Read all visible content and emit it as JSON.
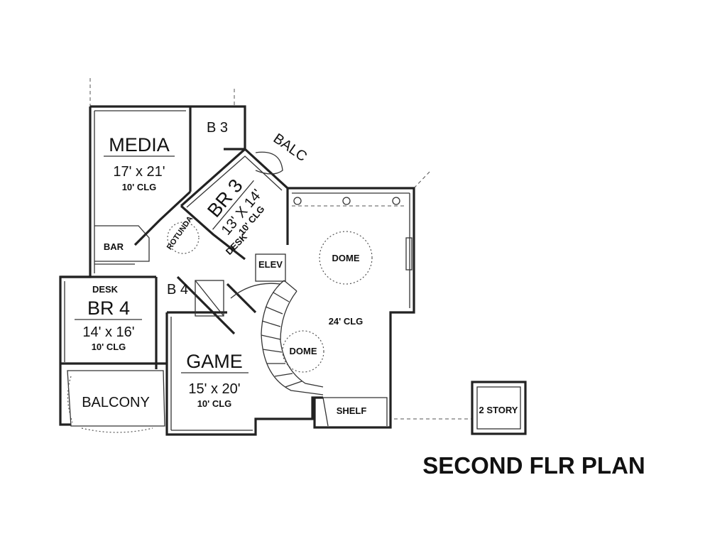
{
  "plan": {
    "title": "SECOND FLR PLAN",
    "rooms": {
      "media": {
        "name": "MEDIA",
        "size": "17' x 21'",
        "ceiling": "10' CLG"
      },
      "br3": {
        "name": "BR 3",
        "size": "13' X 14'",
        "ceiling": "10' CLG"
      },
      "br4": {
        "name": "BR 4",
        "size": "14' x 16'",
        "ceiling": "10' CLG"
      },
      "game": {
        "name": "GAME",
        "size": "15' x 20'",
        "ceiling": "10' CLG"
      },
      "balcony": {
        "name": "BALCONY"
      },
      "balc": {
        "name": "BALC"
      },
      "bath3": {
        "name": "B 3"
      },
      "bath4": {
        "name": "B 4"
      },
      "bar": {
        "name": "BAR"
      },
      "desk_br4": {
        "name": "DESK"
      },
      "desk_br3": {
        "name": "DESK"
      },
      "rotunda": {
        "name": "ROTUNDA"
      },
      "elev": {
        "name": "ELEV"
      },
      "open_area": {
        "ceiling": "24' CLG"
      },
      "dome_main": {
        "name": "DOME"
      },
      "dome_stair": {
        "name": "DOME"
      },
      "shelf": {
        "name": "SHELF"
      },
      "two_story": {
        "name": "2 STORY"
      }
    }
  }
}
